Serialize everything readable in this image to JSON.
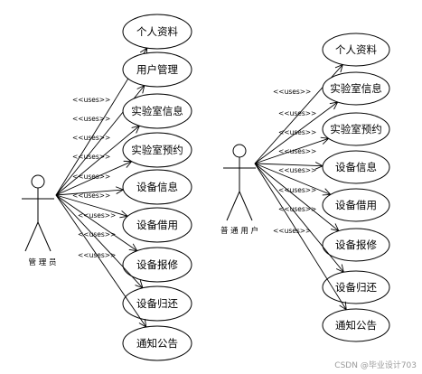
{
  "diagram": {
    "actors": [
      {
        "id": "admin",
        "label": "管 理 员",
        "use_cases": [
          "个人资料",
          "用户管理",
          "实验室信息",
          "实验室预约",
          "设备信息",
          "设备借用",
          "设备报修",
          "设备归还",
          "通知公告"
        ]
      },
      {
        "id": "user",
        "label": "普 通 用 户",
        "use_cases": [
          "个人资料",
          "实验室信息",
          "实验室预约",
          "设备信息",
          "设备借用",
          "设备报修",
          "设备归还",
          "通知公告"
        ]
      }
    ],
    "relation_label": "<<uses>>"
  },
  "watermark": "CSDN @毕业设计703"
}
